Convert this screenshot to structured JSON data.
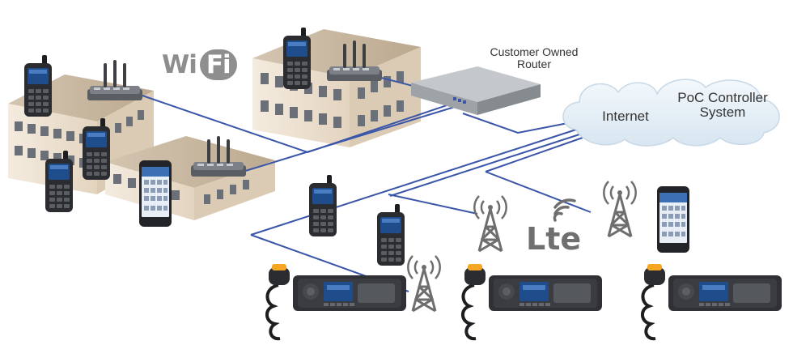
{
  "labels": {
    "router": "Customer Owned Router",
    "internet": "Internet",
    "poc": "PoC Controller System",
    "wifi_left": "Wi",
    "wifi_right": "Fi",
    "lte": "Lte"
  },
  "colors": {
    "link": "#3b56a8",
    "building_wall": "#efe3d2",
    "building_roof": "#c9b8a2",
    "window": "#6b6f77",
    "cloud": "#e8f1f8",
    "radio_body": "#2a2c30",
    "screen": "#1f4d8c",
    "tower": "#6e6e6e",
    "router_box": "#9ea3a8"
  },
  "icons": [
    "wifi-icon",
    "lte-icon",
    "cloud-icon",
    "router-icon",
    "access-point-icon",
    "handheld-radio-icon",
    "mobile-radio-icon",
    "cell-tower-icon",
    "smartphone-icon",
    "building-icon"
  ]
}
